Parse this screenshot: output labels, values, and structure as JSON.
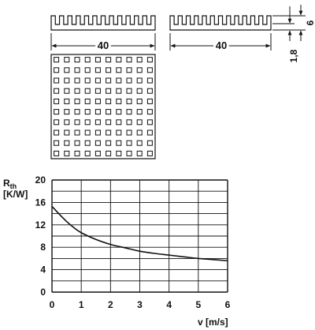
{
  "drawing": {
    "side_view_left": {
      "width_label": "40",
      "fins": 13
    },
    "side_view_right": {
      "width_label": "40",
      "height_label": "6",
      "base_label": "1,8",
      "fins": 13
    },
    "top_view": {
      "pins_per_row": 10,
      "pins_per_column": 10
    }
  },
  "colors": {
    "ink": "#111111",
    "fill": "#d9d9d9",
    "background": "#ffffff"
  },
  "chart_data": {
    "type": "line",
    "title": "",
    "ylabel_main": "R",
    "ylabel_sub": "th",
    "yunit": "[K/W]",
    "xlabel": "v [m/s]",
    "xlim": [
      0,
      6
    ],
    "ylim": [
      0,
      20
    ],
    "xticks": [
      0,
      1,
      2,
      3,
      4,
      5,
      6
    ],
    "yticks": [
      0,
      4,
      8,
      12,
      16,
      20
    ],
    "grid": {
      "x_step": 1,
      "y_step": 2
    },
    "series": [
      {
        "x": [
          0,
          0.25,
          0.5,
          0.75,
          1,
          1.5,
          2,
          2.5,
          3,
          3.5,
          4,
          4.5,
          5,
          5.5,
          6
        ],
        "y": [
          15.3,
          13.9,
          12.6,
          11.5,
          10.6,
          9.4,
          8.5,
          7.9,
          7.3,
          6.9,
          6.6,
          6.3,
          6.0,
          5.8,
          5.6
        ]
      }
    ]
  }
}
